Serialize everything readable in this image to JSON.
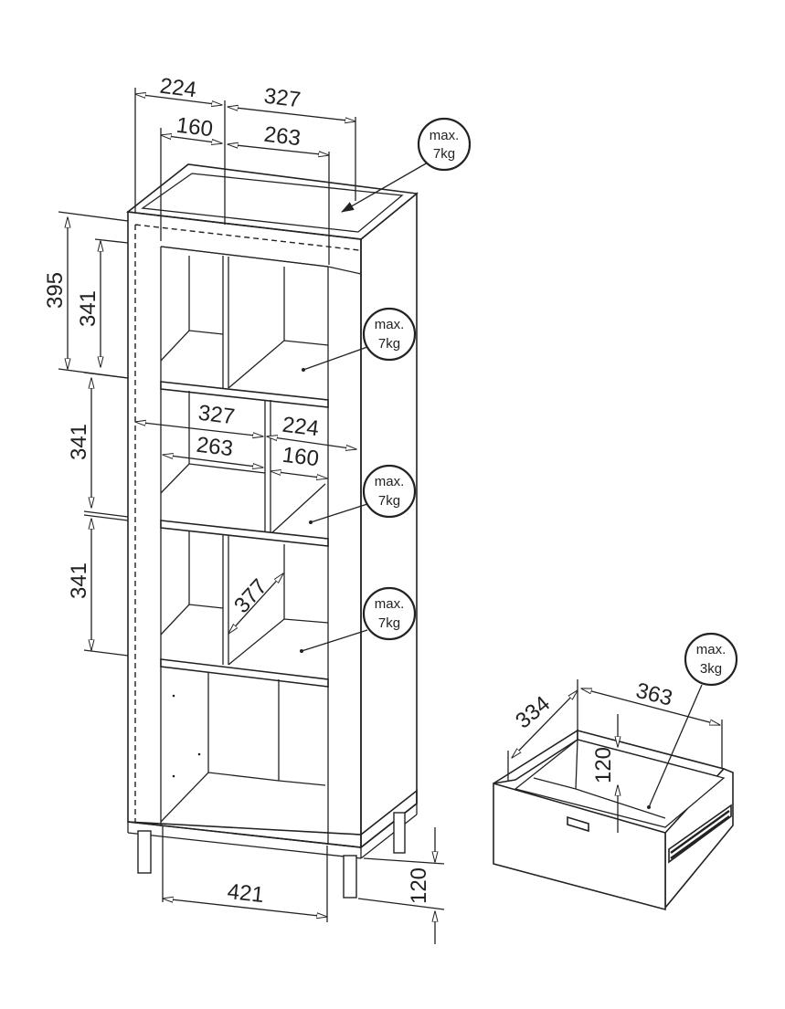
{
  "dimensions": {
    "top_width_left": "224",
    "top_width_right": "327",
    "top_inner_left": "160",
    "top_inner_right": "263",
    "height_top_outer": "395",
    "height_top_inner": "341",
    "height_mid": "341",
    "height_low": "341",
    "mid_width_left": "327",
    "mid_inner_left": "263",
    "mid_width_right": "224",
    "mid_inner_right": "160",
    "shelf_depth": "377",
    "base_width": "421",
    "leg_height": "120",
    "drawer_depth": "334",
    "drawer_width": "363",
    "drawer_height": "120"
  },
  "load_labels": {
    "top": [
      "max.",
      "7kg"
    ],
    "shelf_upper": [
      "max.",
      "7kg"
    ],
    "shelf_mid": [
      "max.",
      "7kg"
    ],
    "shelf_low": [
      "max.",
      "7kg"
    ],
    "drawer": [
      "max.",
      "3kg"
    ]
  }
}
